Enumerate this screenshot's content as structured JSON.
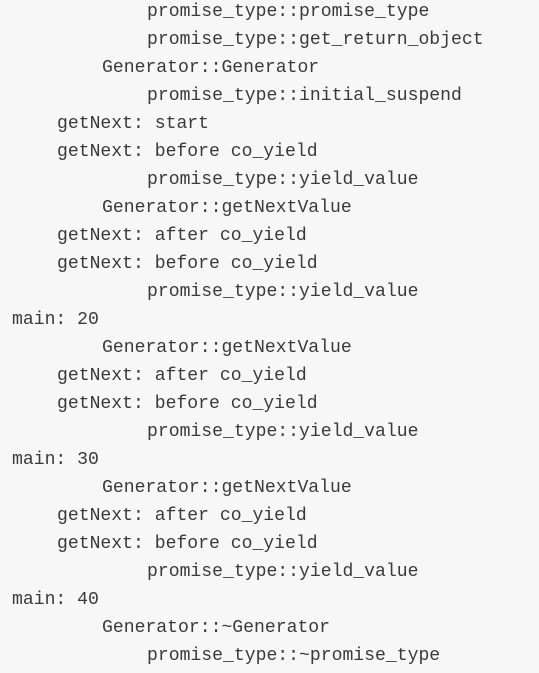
{
  "output_log": {
    "lines": [
      {
        "text": "promise_type::promise_type",
        "indent": 3
      },
      {
        "text": "promise_type::get_return_object",
        "indent": 3
      },
      {
        "text": "Generator::Generator",
        "indent": 2
      },
      {
        "text": "promise_type::initial_suspend",
        "indent": 3
      },
      {
        "text": "getNext: start",
        "indent": 1
      },
      {
        "text": "getNext: before co_yield",
        "indent": 1
      },
      {
        "text": "promise_type::yield_value",
        "indent": 3
      },
      {
        "text": "Generator::getNextValue",
        "indent": 2
      },
      {
        "text": "getNext: after co_yield",
        "indent": 1
      },
      {
        "text": "getNext: before co_yield",
        "indent": 1
      },
      {
        "text": "promise_type::yield_value",
        "indent": 3
      },
      {
        "text": "main: 20",
        "indent": 0
      },
      {
        "text": "Generator::getNextValue",
        "indent": 2
      },
      {
        "text": "getNext: after co_yield",
        "indent": 1
      },
      {
        "text": "getNext: before co_yield",
        "indent": 1
      },
      {
        "text": "promise_type::yield_value",
        "indent": 3
      },
      {
        "text": "main: 30",
        "indent": 0
      },
      {
        "text": "Generator::getNextValue",
        "indent": 2
      },
      {
        "text": "getNext: after co_yield",
        "indent": 1
      },
      {
        "text": "getNext: before co_yield",
        "indent": 1
      },
      {
        "text": "promise_type::yield_value",
        "indent": 3
      },
      {
        "text": "main: 40",
        "indent": 0
      },
      {
        "text": "Generator::~Generator",
        "indent": 2
      },
      {
        "text": "promise_type::~promise_type",
        "indent": 3
      }
    ]
  }
}
